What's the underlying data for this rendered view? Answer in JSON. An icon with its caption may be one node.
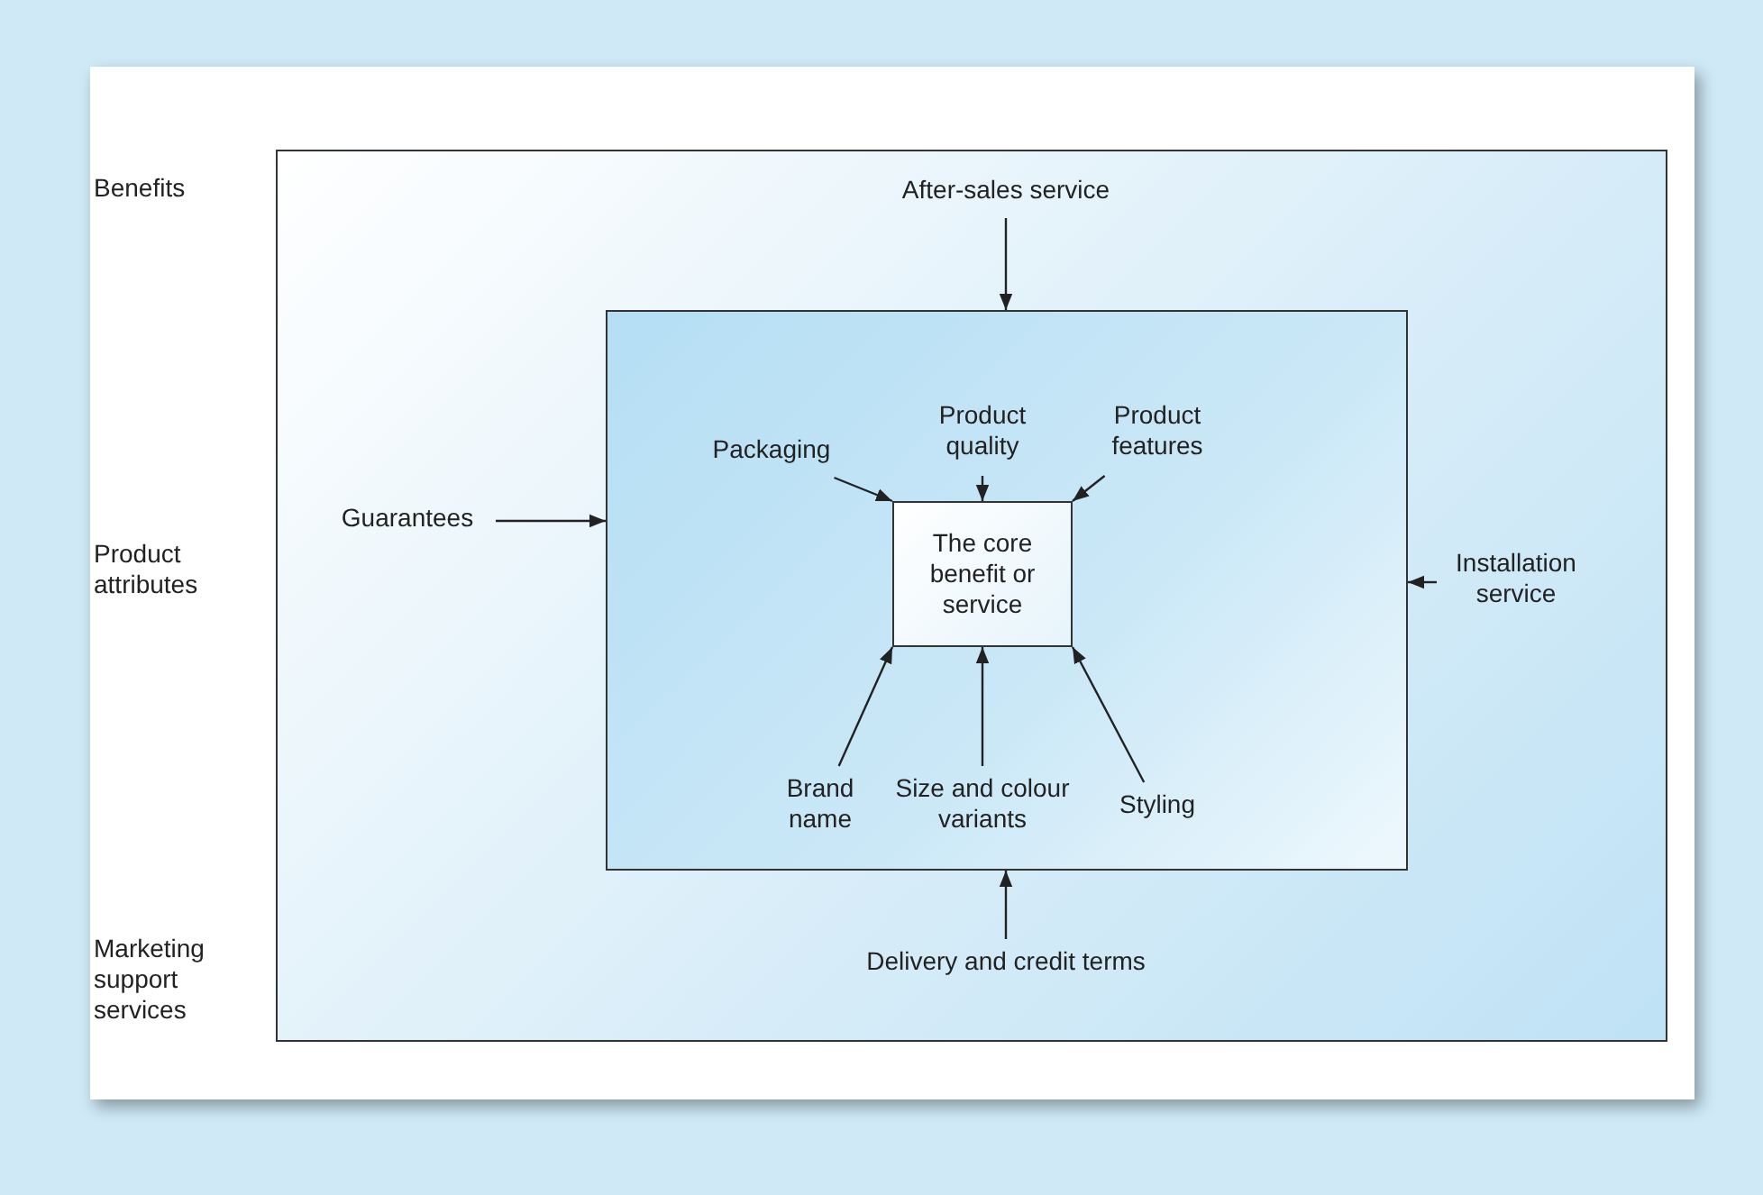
{
  "diagram": {
    "nodes": [
      {
        "text": [],
        "shape": "box"
      },
      {
        "text": [],
        "shape": "box",
        "in": 0
      },
      {
        "text": [
          "The core benefit or service"
        ],
        "in": 1
      },
      {
        "text": [
          "After-sales service"
        ],
        "in": 0
      },
      {
        "text": [
          "Packaging"
        ],
        "in": 1
      },
      {
        "text": [
          "Product quality"
        ],
        "in": 1
      },
      {
        "text": [
          "Product features"
        ],
        "in": 1
      },
      {
        "text": [
          "Guarantees"
        ],
        "in": 0
      },
      {
        "text": [
          "Installation service"
        ],
        "in": 0
      },
      {
        "text": [
          "Brand name"
        ],
        "in": 1
      },
      {
        "text": [
          "Size and colour variants"
        ],
        "in": 1
      },
      {
        "text": [
          "Styling"
        ],
        "in": 1
      },
      {
        "text": [
          "Delivery and credit terms"
        ],
        "in": 0
      }
    ],
    "edges": [
      {
        "from": 3,
        "to": 1,
        "arrow": "to"
      },
      {
        "from": 4,
        "to": 2,
        "arrow": "to"
      },
      {
        "from": 5,
        "to": 2,
        "arrow": "to"
      },
      {
        "from": 6,
        "to": 2,
        "arrow": "to"
      },
      {
        "from": 7,
        "to": 1,
        "arrow": "to"
      },
      {
        "from": 8,
        "to": 1,
        "arrow": "to"
      },
      {
        "from": 9,
        "to": 2,
        "arrow": "to"
      },
      {
        "from": 10,
        "to": 2,
        "arrow": "to"
      },
      {
        "from": 11,
        "to": 2,
        "arrow": "to"
      },
      {
        "from": 12,
        "to": 1,
        "arrow": "to"
      }
    ],
    "labels": [
      "Benefits",
      "Product attributes",
      "Marketing support services"
    ]
  }
}
